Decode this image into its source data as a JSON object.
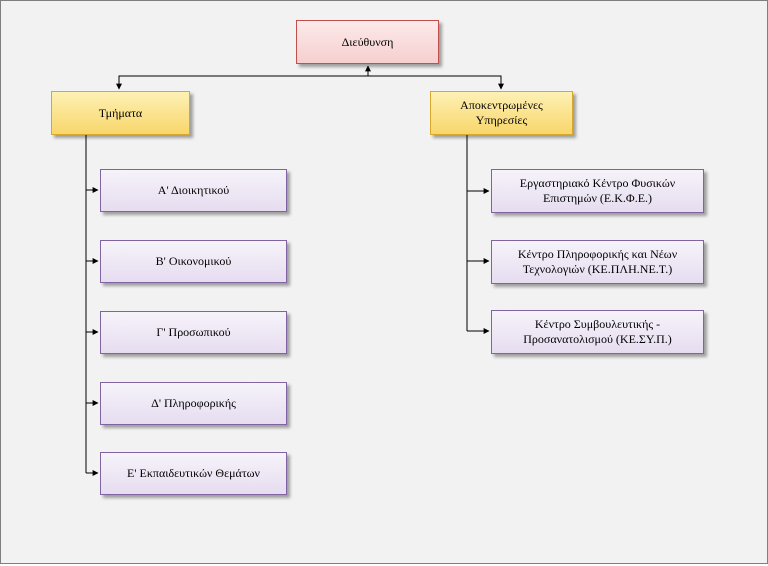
{
  "root": {
    "label": "Διεύθυνση"
  },
  "branches": {
    "departments": {
      "label": "Τμήματα",
      "items": [
        "Α' Διοικητικού",
        "Β' Οικονομικού",
        "Γ' Προσωπικού",
        "Δ' Πληροφορικής",
        "Ε' Εκπαιδευτικών Θεμάτων"
      ]
    },
    "services": {
      "label": "Αποκεντρωμένες Υπηρεσίες",
      "items": [
        "Εργαστηριακό Κέντρο Φυσικών Επιστημών (Ε.Κ.Φ.Ε.)",
        "Κέντρο Πληροφορικής και Νέων Τεχνολογιών (ΚΕ.ΠΛΗ.ΝΕ.Τ.)",
        "Κέντρο Συμβουλευτικής - Προσανατολισμού (ΚΕ.ΣΥ.Π.)"
      ]
    }
  },
  "colors": {
    "root_border": "#c0504d",
    "root_fill": "#f6cfcf",
    "level1_border": "#d7a82c",
    "level1_fill": "#f8d66a",
    "leaf_border": "#8064a2",
    "leaf_fill": "#e6ddf0",
    "connector": "#000000",
    "background": "#f2f2f2"
  }
}
